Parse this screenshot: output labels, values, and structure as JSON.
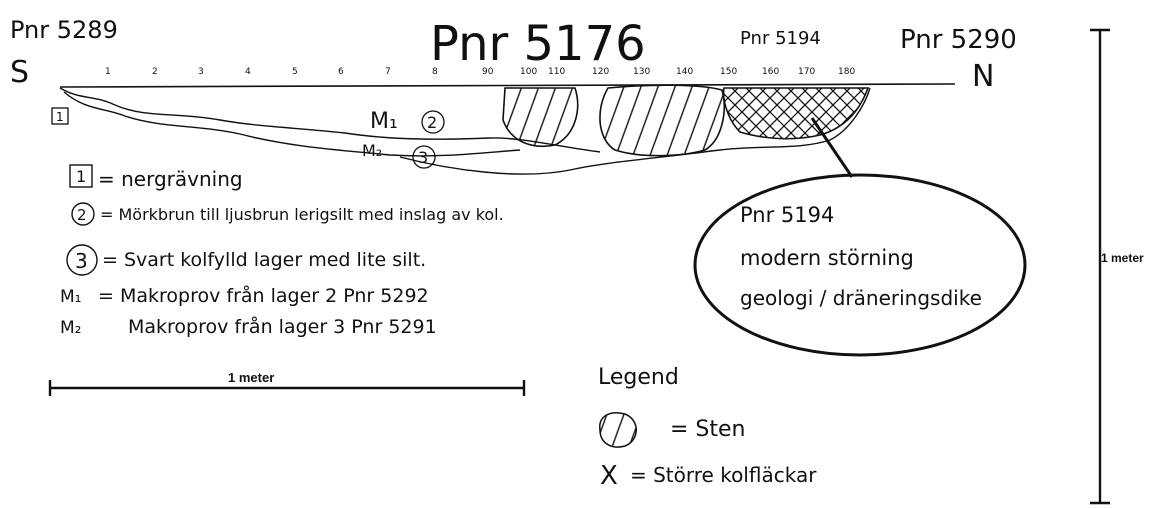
{
  "header": {
    "left_pnr": "Pnr 5289",
    "left_dir": "S",
    "main_pnr": "Pnr 5176",
    "right_pnr_1": "Pnr 5194",
    "right_pnr_2": "Pnr 5290",
    "right_dir": "N"
  },
  "ticks": [
    "1",
    "2",
    "3",
    "4",
    "5",
    "6",
    "7",
    "8",
    "90",
    "100",
    "110",
    "120",
    "130",
    "140",
    "150",
    "160",
    "170",
    "180"
  ],
  "section_labels": {
    "feature_1": "1",
    "m1": "M₁",
    "m1_layer": "2",
    "m2": "M₂",
    "m2_layer": "3"
  },
  "legend_list": {
    "item1": {
      "key": "1",
      "text": "= nergrävning"
    },
    "item2": {
      "key": "2",
      "text": "= Mörkbrun till ljusbrun lerigsilt med inslag av kol."
    },
    "item3": {
      "key": "3",
      "text": "= Svart kolfylld lager med lite silt."
    },
    "m1": {
      "key": "M₁",
      "text": "= Makroprov från lager 2  Pnr 5292"
    },
    "m2": {
      "key": "M₂",
      "text": "Makroprov från lager 3  Pnr 5291"
    }
  },
  "callout": {
    "line1": "Pnr 5194",
    "line2": "modern störning",
    "line3": "geologi / dräneringsdike"
  },
  "scale_horizontal": "1 meter",
  "scale_vertical": "1 meter",
  "legend": {
    "title": "Legend",
    "stone": "= Sten",
    "charcoal_symbol": "X",
    "charcoal": "= Större kolfläckar"
  }
}
